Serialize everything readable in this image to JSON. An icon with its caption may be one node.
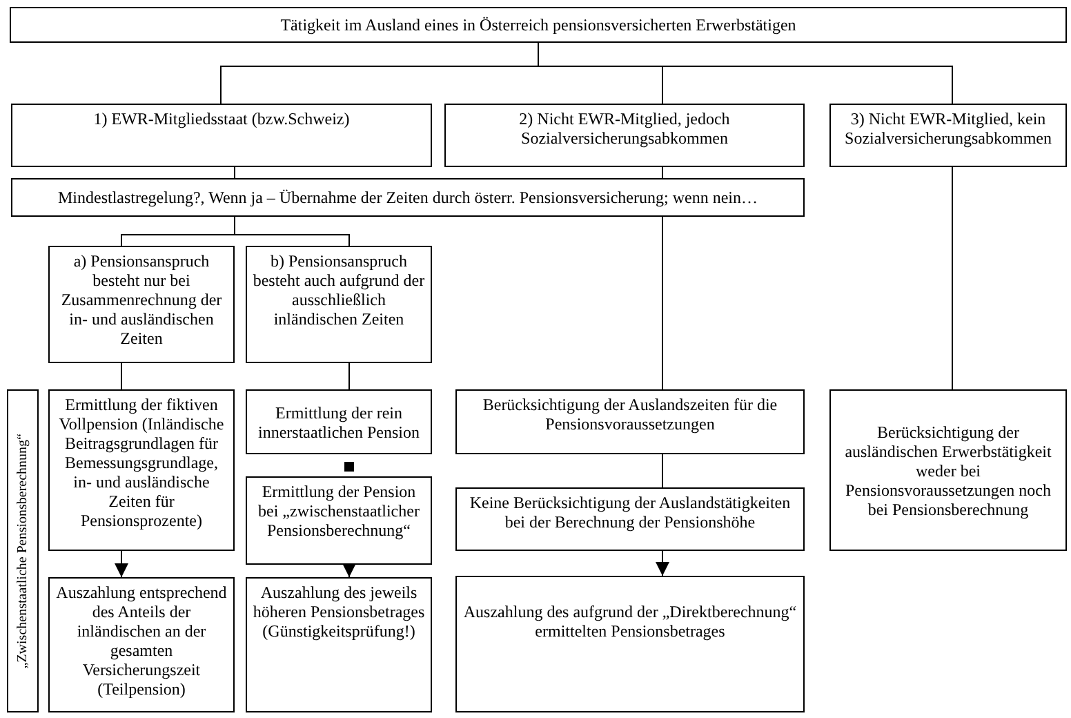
{
  "diagram": {
    "nodes": [
      {
        "text": [
          "Tätigkeit im Ausland eines in Österreich pensionsversicherten Erwerbstätigen"
        ]
      },
      {
        "text": [
          "1) EWR-Mitgliedsstaat (bzw.Schweiz)"
        ]
      },
      {
        "text": [
          "2) Nicht EWR-Mitglied, jedoch Sozialversicherungsabkommen"
        ]
      },
      {
        "text": [
          "3) Nicht EWR-Mitglied, kein Sozialversicherungsabkommen"
        ]
      },
      {
        "text": [
          "Mindestlastregelung?, Wenn ja – Übernahme der Zeiten durch österr. Pensionsversicherung; wenn nein…"
        ]
      },
      {
        "text": [
          "a) Pensionsanspruch besteht nur bei Zusammenrechnung der in- und ausländischen Zeiten"
        ]
      },
      {
        "text": [
          "b) Pensionsanspruch besteht auch aufgrund der ausschließlich inländischen Zeiten"
        ]
      },
      {
        "text": [
          "„Zwischenstaatliche Pensionsberechnung“"
        ]
      },
      {
        "text": [
          "Ermittlung der fiktiven Vollpension (Inländische Beitragsgrundlagen für Bemessungsgrundlage, in- und ausländische Zeiten für Pensionsprozente)"
        ]
      },
      {
        "text": [
          "Ermittlung der rein innerstaatlichen Pension"
        ]
      },
      {
        "text": [
          "Berücksichtigung der Auslandszeiten für die Pensionsvoraussetzungen"
        ]
      },
      {
        "text": [
          "Berücksichtigung der ausländischen Erwerbstätigkeit weder bei Pensionsvoraussetzungen noch bei Pensionsberechnung"
        ]
      },
      {
        "text": [
          "Ermittlung der Pension bei „zwischenstaatlicher Pensionsberechnung“"
        ]
      },
      {
        "text": [
          "Keine Berücksichtigung der Auslandstätigkeiten bei der Berechnung der Pensionshöhe"
        ]
      },
      {
        "text": [
          "Auszahlung entsprechend des Anteils der inländischen an der gesamten Versicherungszeit (Teilpension)"
        ]
      },
      {
        "text": [
          "Auszahlung des jeweils höheren Pensionsbetrages (Günstigkeitsprüfung!)"
        ]
      },
      {
        "text": [
          "Auszahlung des aufgrund der „Direktberechnung“ ermittelten Pensionsbetrages"
        ]
      }
    ],
    "edges": [
      {
        "from": 0,
        "to": 1,
        "arrow": "none"
      },
      {
        "from": 0,
        "to": 2,
        "arrow": "none"
      },
      {
        "from": 0,
        "to": 3,
        "arrow": "none"
      },
      {
        "from": 1,
        "to": 4,
        "arrow": "none"
      },
      {
        "from": 2,
        "to": 4,
        "arrow": "none"
      },
      {
        "from": 4,
        "to": 5,
        "arrow": "none"
      },
      {
        "from": 4,
        "to": 6,
        "arrow": "none"
      },
      {
        "from": 4,
        "to": 10,
        "arrow": "none"
      },
      {
        "from": 3,
        "to": 11,
        "arrow": "none"
      },
      {
        "from": 5,
        "to": 8,
        "arrow": "none"
      },
      {
        "from": 6,
        "to": 9,
        "arrow": "none"
      },
      {
        "from": 9,
        "to": 12,
        "arrow": "other"
      },
      {
        "from": 8,
        "to": 14,
        "arrow": "to"
      },
      {
        "from": 12,
        "to": 15,
        "arrow": "to"
      },
      {
        "from": 10,
        "to": 13,
        "arrow": "none"
      },
      {
        "from": 13,
        "to": 16,
        "arrow": "to"
      }
    ]
  }
}
